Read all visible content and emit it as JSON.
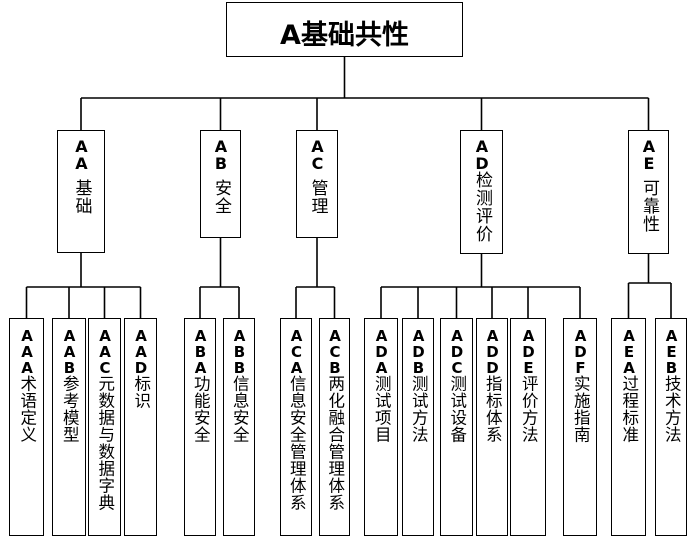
{
  "root": {
    "label": "A基础共性"
  },
  "categories": [
    {
      "code": "AA",
      "label": "基础",
      "children": [
        {
          "code": "AAA",
          "label": "术语定义"
        },
        {
          "code": "AAB",
          "label": "参考模型"
        },
        {
          "code": "AAC",
          "label": "元数据与数据字典"
        },
        {
          "code": "AAD",
          "label": "标识"
        }
      ]
    },
    {
      "code": "AB",
      "label": "安全",
      "children": [
        {
          "code": "ABA",
          "label": "功能安全"
        },
        {
          "code": "ABB",
          "label": "信息安全"
        }
      ]
    },
    {
      "code": "AC",
      "label": "管理",
      "children": [
        {
          "code": "ACA",
          "label": "信息安全管理体系"
        },
        {
          "code": "ACB",
          "label": "两化融合管理体系"
        }
      ]
    },
    {
      "code": "AD",
      "label": "检测评价",
      "children": [
        {
          "code": "ADA",
          "label": "测试项目"
        },
        {
          "code": "ADB",
          "label": "测试方法"
        },
        {
          "code": "ADC",
          "label": "测试设备"
        },
        {
          "code": "ADD",
          "label": "指标体系"
        },
        {
          "code": "ADE",
          "label": "评价方法"
        },
        {
          "code": "ADF",
          "label": "实施指南"
        }
      ]
    },
    {
      "code": "AE",
      "label": "可靠性",
      "children": [
        {
          "code": "AEA",
          "label": "过程标准"
        },
        {
          "code": "AEB",
          "label": "技术方法"
        }
      ]
    }
  ]
}
